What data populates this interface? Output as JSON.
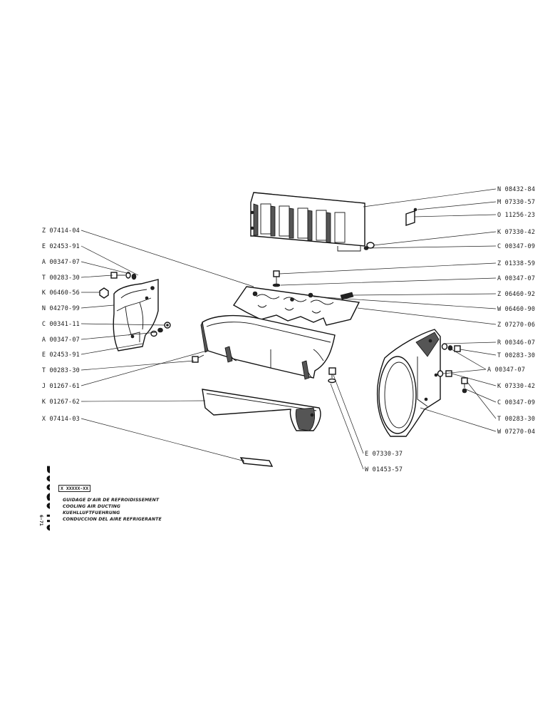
{
  "sheet": {
    "code": "B06G04.0",
    "date": "6-71",
    "model_code": "X XXXXX-XX",
    "titles": [
      "GUIDAGE D'AIR DE REFROIDISSEMENT",
      "COOLING AIR DUCTING",
      "KUEHLLUFTFUEHRUNG",
      "CONDUCCION DEL AIRE REFRIGERANTE"
    ]
  },
  "parts_left": [
    "Z 07414-04",
    "E 02453-91",
    "A 00347-07",
    "T 00283-30",
    "K 06460-56",
    "N 04270-99",
    "C 00341-11",
    "A 00347-07",
    "E 02453-91",
    "T 00283-30",
    "J 01267-61",
    "K 01267-62",
    "X 07414-03"
  ],
  "parts_right": [
    "N 08432-84",
    "M 07330-57",
    "O 11256-23",
    "K 07330-42",
    "C 00347-09",
    "Z 01338-59",
    "A 00347-07",
    "Z 06460-92",
    "W 06460-90",
    "Z 07270-06",
    "R 00346-07",
    "T 00283-30",
    "A 00347-07",
    "K 07330-42",
    "C 00347-09",
    "T 00283-30",
    "W 07270-04"
  ],
  "parts_bottom": [
    "E 07330-37",
    "W 01453-57"
  ]
}
